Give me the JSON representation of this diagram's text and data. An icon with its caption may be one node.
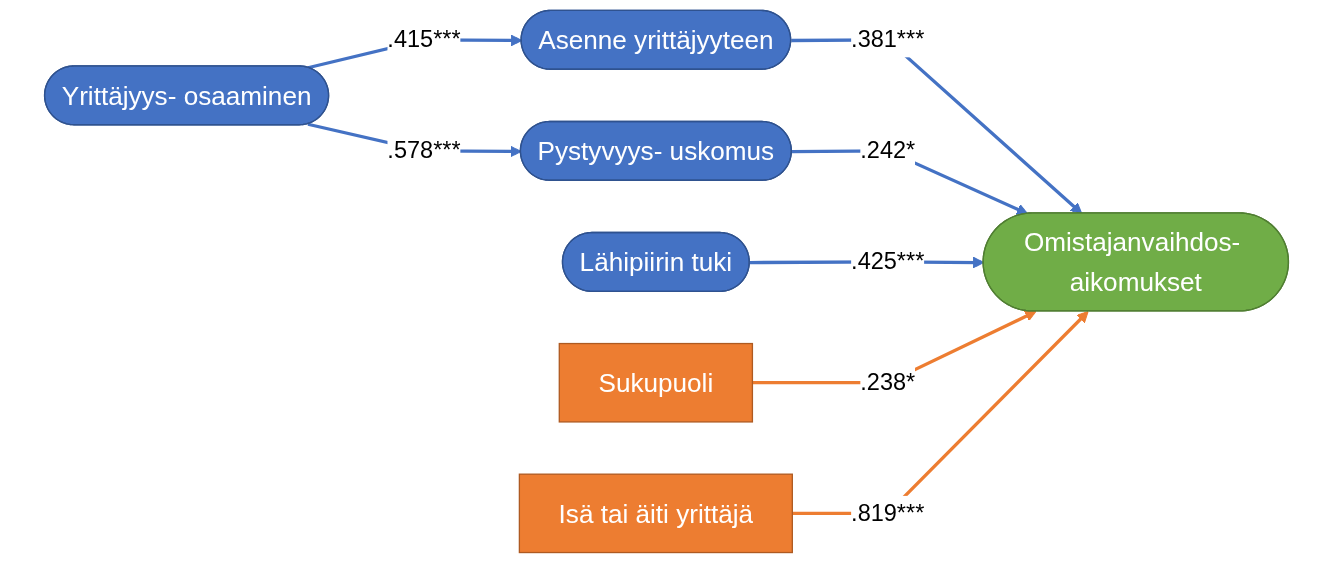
{
  "diagram": {
    "nodes": [
      {
        "text": [
          "Yrittäjyys- osaaminen"
        ]
      },
      {
        "text": [
          "Asenne yrittäjyyteen"
        ]
      },
      {
        "text": [
          "Pystyvyys- uskomus"
        ]
      },
      {
        "text": [
          "Lähipiirin tuki"
        ]
      },
      {
        "text": [
          "Sukupuoli"
        ]
      },
      {
        "text": [
          "Omistajanvaihdos- aikomukset"
        ]
      },
      {
        "text": [
          "Isä tai äiti yrittäjä"
        ]
      }
    ],
    "edges": [
      {
        "from": 0,
        "to": 1,
        "arrow": "to",
        "label": ".415***"
      },
      {
        "from": 0,
        "to": 2,
        "arrow": "to",
        "label": ".578***"
      },
      {
        "from": 1,
        "to": 5,
        "arrow": "to",
        "label": ".381***"
      },
      {
        "from": 2,
        "to": 5,
        "arrow": "to",
        "label": ".242*"
      },
      {
        "from": 3,
        "to": 5,
        "arrow": "to",
        "label": ".425***"
      },
      {
        "from": 4,
        "to": 5,
        "arrow": "to",
        "label": ".238*",
        "color": "#ed7d31"
      },
      {
        "from": 6,
        "to": 5,
        "arrow": "to",
        "label": ".819***",
        "color": "#ed7d31"
      }
    ]
  }
}
